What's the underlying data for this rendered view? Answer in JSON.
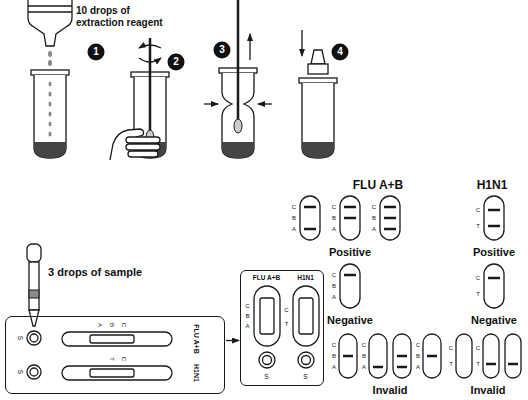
{
  "diagram": {
    "nodes": [
      {
        "text": [
          "S",
          "A",
          "B",
          "C",
          "FLU A+B",
          "S",
          "T",
          "C",
          "H1N1"
        ]
      },
      {
        "text": [
          "FLU A+B",
          "H1N1",
          "C",
          "B",
          "A",
          "C",
          "T",
          "S",
          "S"
        ]
      }
    ],
    "edges": [
      {
        "from": 0,
        "to": 1,
        "arrow": "to"
      }
    ],
    "labels": [
      "10 drops of extraction reagent",
      "1",
      "2",
      "3",
      "4",
      "FLU A+B",
      "H1N1",
      "C",
      "B",
      "A",
      "C",
      "B",
      "A",
      "C",
      "B",
      "A",
      "C",
      "T",
      "Positive",
      "Positive",
      "3 drops of sample",
      "C",
      "B",
      "A",
      "C",
      "T",
      "Negative",
      "Negative",
      "C",
      "B",
      "A",
      "C",
      "B",
      "A",
      "C",
      "B",
      "A",
      "C",
      "T",
      "C",
      "T",
      "Invalid",
      "Invalid"
    ]
  }
}
